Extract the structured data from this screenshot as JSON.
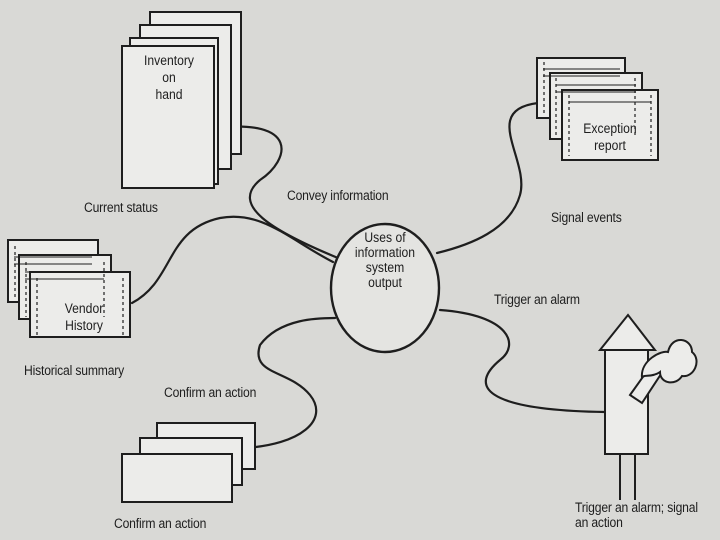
{
  "center": {
    "lines": [
      "Uses of",
      "information",
      "system",
      "output"
    ]
  },
  "documents": {
    "inventory_lines": [
      "Inventory",
      "on",
      "hand"
    ],
    "vendor_lines": [
      "Vendor",
      "History"
    ],
    "exception_lines": [
      "Exception",
      "report"
    ]
  },
  "labels": {
    "current_status": "Current status",
    "convey_information": "Convey information",
    "signal_events": "Signal events",
    "trigger_alarm": "Trigger an alarm",
    "historical_summary": "Historical summary",
    "confirm_action_upper": "Confirm an action",
    "confirm_action_lower": "Confirm an action",
    "trigger_alarm_signal": "Trigger an alarm; signal an action"
  },
  "colors": {
    "background": "#d9d9d6",
    "ink": "#1e1e1e",
    "paper": "#ececea"
  }
}
